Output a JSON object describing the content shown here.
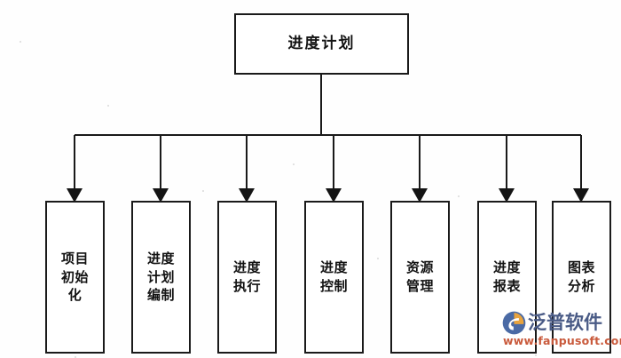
{
  "diagram": {
    "type": "org-tree",
    "title": "进度计划",
    "root": {
      "label": "进度计划"
    },
    "leaves": [
      {
        "label": "项目初始化"
      },
      {
        "label": "进度计划编制"
      },
      {
        "label": "进度执行"
      },
      {
        "label": "进度控制"
      },
      {
        "label": "资源管理"
      },
      {
        "label": "进度报表"
      },
      {
        "label": "图表分析"
      }
    ]
  },
  "watermark": {
    "logo_icon": "fanpu-circle-logo-icon",
    "brand": "泛普软件",
    "url": "www.fanpusoft.com",
    "brand_color": "#4a5b86",
    "url_color": "#c95a3c"
  },
  "style": {
    "line_color": "#1a1a1a",
    "box_fill": "#ffffff",
    "text_color": "#131313",
    "background": "#fefefe"
  }
}
